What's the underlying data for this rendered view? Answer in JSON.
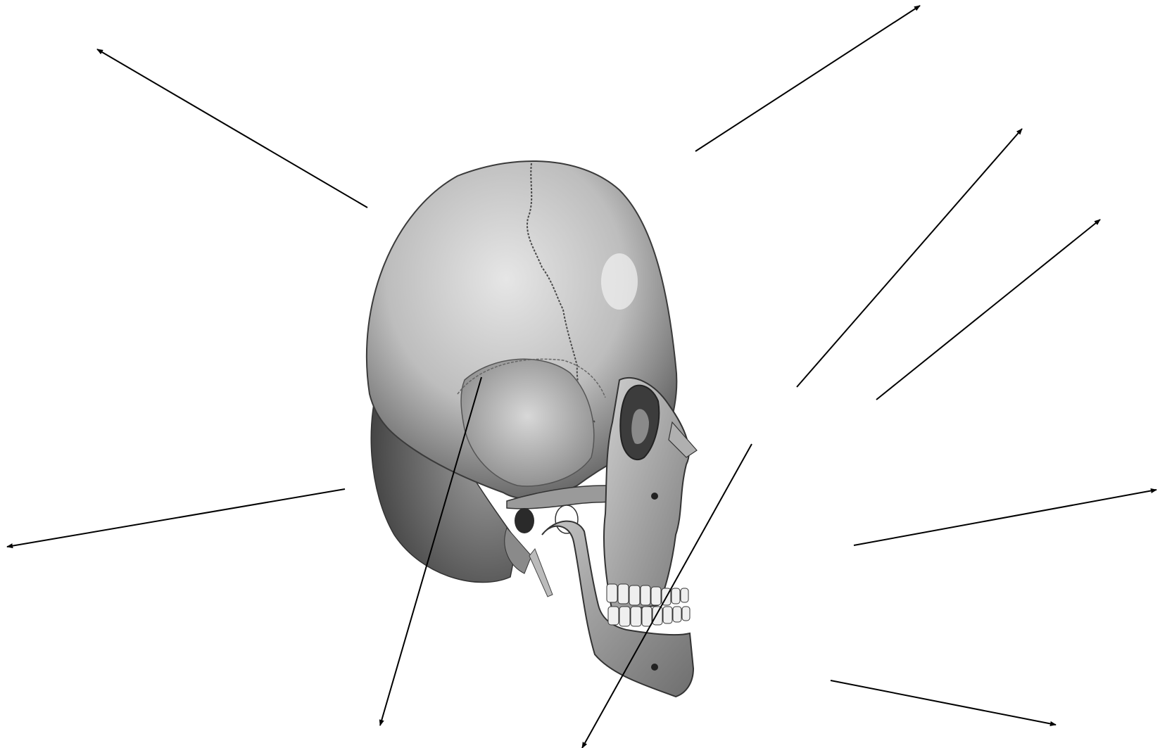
{
  "diagram": {
    "subject": "skull-lateral-oblique-view",
    "line_color": "#000000",
    "background": "#ffffff",
    "leaders": [
      {
        "id": "leader-1",
        "label": ""
      },
      {
        "id": "leader-2",
        "label": ""
      },
      {
        "id": "leader-3",
        "label": ""
      },
      {
        "id": "leader-4",
        "label": ""
      },
      {
        "id": "leader-5",
        "label": ""
      },
      {
        "id": "leader-6",
        "label": ""
      },
      {
        "id": "leader-7",
        "label": ""
      },
      {
        "id": "leader-8",
        "label": ""
      },
      {
        "id": "leader-9",
        "label": ""
      },
      {
        "id": "leader-10",
        "label": ""
      }
    ]
  }
}
